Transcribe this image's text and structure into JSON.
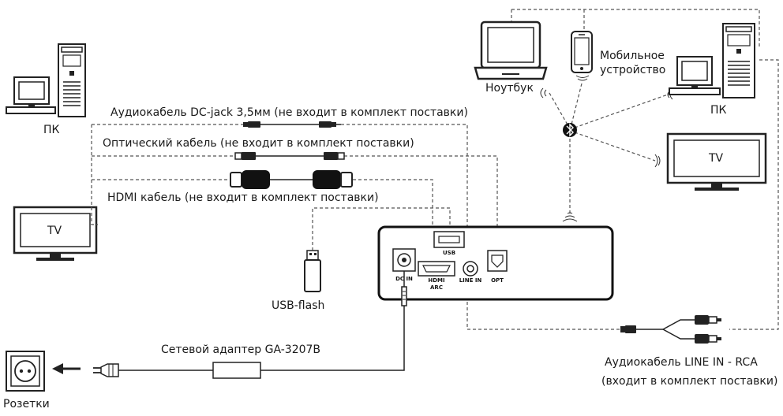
{
  "labels": {
    "pc_left": "ПК",
    "pc_right": "ПК",
    "tv_left": "TV",
    "tv_right": "TV",
    "laptop": "Ноутбук",
    "mobile_line1": "Мобильное",
    "mobile_line2": "устройство",
    "cable_dcjack": "Аудиокабель DC-jack 3,5мм (не входит в комплект поставки)",
    "cable_optical": "Оптический кабель (не входит в комплект поставки)",
    "cable_hdmi": "HDMI кабель (не входит в комплект поставки)",
    "usb_flash": "USB-flash",
    "adapter": "Сетевой адаптер GA-3207B",
    "socket": "Розетки",
    "cable_linein_line1": "Аудиокабель LINE IN - RCA",
    "cable_linein_line2": "(входит в комплект поставки)"
  },
  "device_ports": {
    "usb": "USB",
    "dc_in": "DC IN",
    "hdmi_arc_line1": "HDMI",
    "hdmi_arc_line2": "ARC",
    "line_in": "LINE IN",
    "opt": "OPT"
  },
  "icons": [
    "pc-tower-icon",
    "monitor-icon",
    "tv-icon",
    "laptop-icon",
    "smartphone-icon",
    "bluetooth-icon",
    "wifi-wave-icon",
    "power-socket-icon",
    "power-plug-icon",
    "usb-flash-icon"
  ],
  "colors": {
    "line": "#222222",
    "dashed": "#555555",
    "background": "#ffffff"
  }
}
